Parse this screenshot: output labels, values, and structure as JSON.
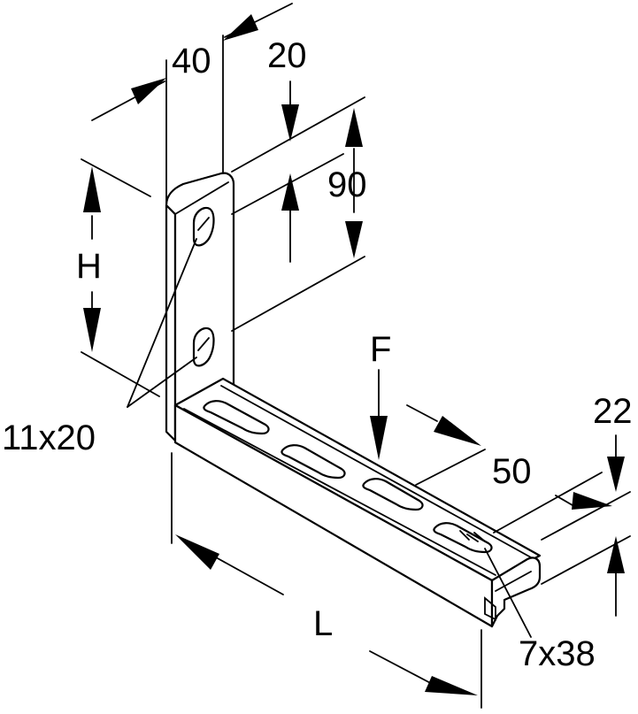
{
  "labels": {
    "width_40": "40",
    "width_20": "20",
    "height_90": "90",
    "height_h": "H",
    "hole_11x20": "11x20",
    "force_f": "F",
    "width_50": "50",
    "height_22": "22",
    "length_l": "L",
    "slot_7x38": "7x38"
  }
}
